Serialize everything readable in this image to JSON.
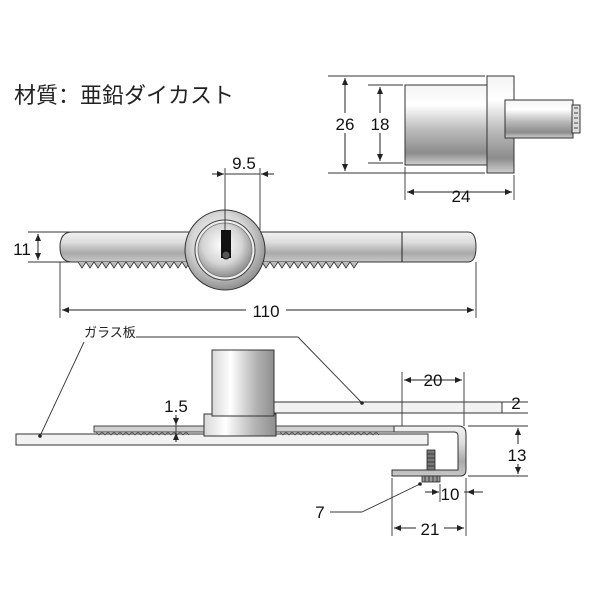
{
  "material_label": "材質：亜鉛ダイカスト",
  "glass_label": "ガラス板",
  "dimensions": {
    "d26": "26",
    "d18": "18",
    "d24": "24",
    "d9_5": "9.5",
    "d11": "11",
    "d110": "110",
    "d20": "20",
    "d2": "2",
    "d1_5": "1.5",
    "d13": "13",
    "d10": "10",
    "d7": "7",
    "d21": "21"
  }
}
